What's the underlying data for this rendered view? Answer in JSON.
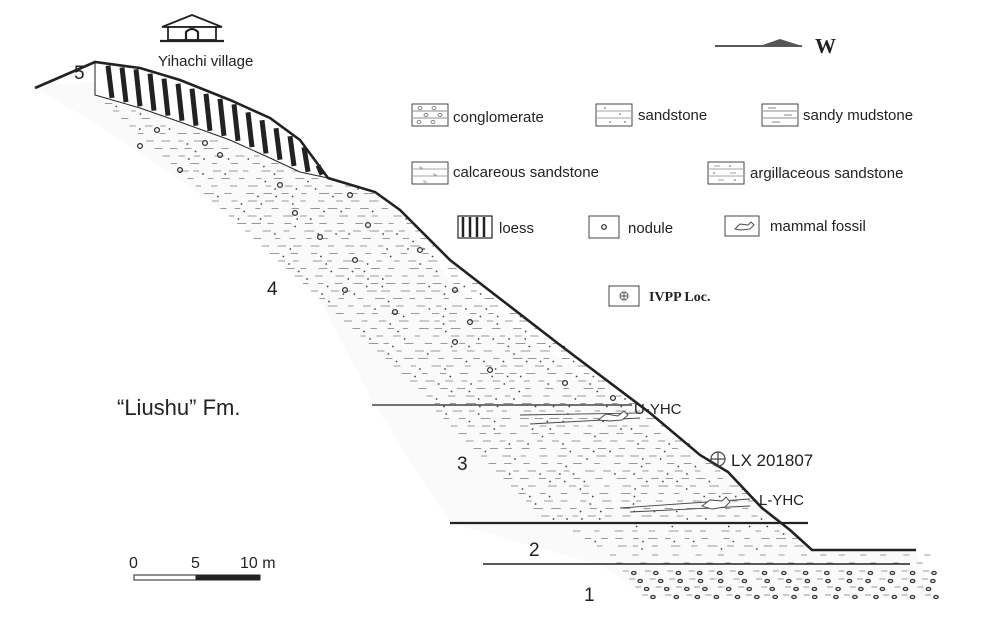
{
  "village": {
    "label": "Yihachi village",
    "icon": "house-icon"
  },
  "orientation": {
    "label": "W",
    "icon": "west-arrow-icon"
  },
  "legend": {
    "conglomerate": "conglomerate",
    "sandstone": "sandstone",
    "sandy_mudstone": "sandy mudstone",
    "calcareous_sandstone": "calcareous sandstone",
    "argillaceous_sandstone": "argillaceous sandstone",
    "loess": "loess",
    "nodule": "nodule",
    "mammal_fossil": "mammal fossil",
    "ivpp_loc": "IVPP Loc."
  },
  "formation": "“Liushu” Fm.",
  "layers": {
    "l1": "1",
    "l2": "2",
    "l3": "3",
    "l4": "4",
    "l5": "5"
  },
  "horizons": {
    "upper": "U-YHC",
    "lower": "L-YHC"
  },
  "locality": {
    "label": "LX 201807"
  },
  "scale_bar": {
    "t0": "0",
    "t5": "5",
    "t10": "10 m"
  },
  "colors": {
    "ink": "#222222",
    "hatch": "#999999"
  }
}
